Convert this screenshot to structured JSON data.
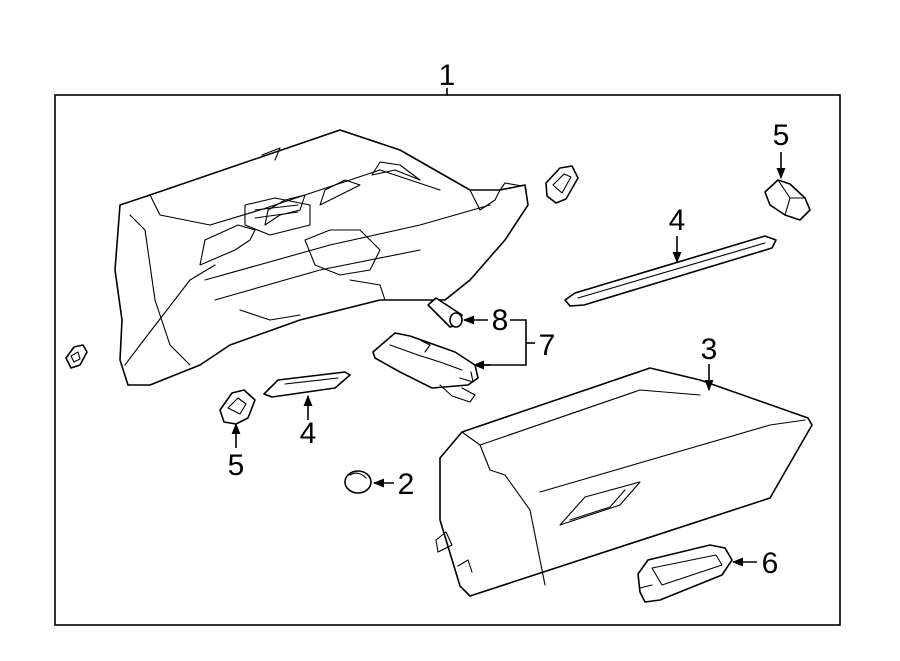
{
  "callouts": {
    "c1": "1",
    "c2": "2",
    "c3": "3",
    "c4_right": "4",
    "c4_left": "4",
    "c5_right": "5",
    "c5_left": "5",
    "c6": "6",
    "c7": "7",
    "c8": "8"
  }
}
